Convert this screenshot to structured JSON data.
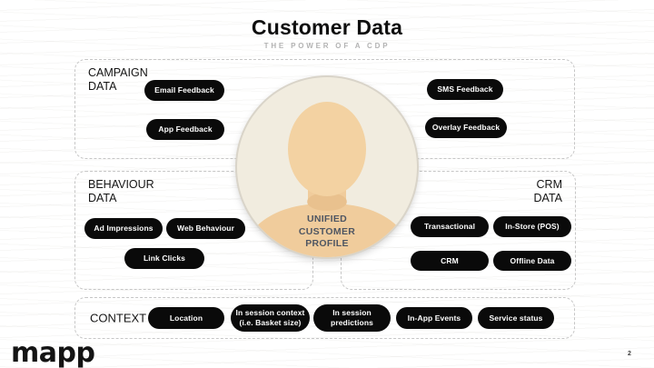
{
  "header": {
    "title": "Customer Data",
    "subtitle": "THE POWER OF A CDP"
  },
  "center": {
    "profile_label": "UNIFIED\nCUSTOMER\nPROFILE"
  },
  "sections": {
    "campaign": {
      "label": "CAMPAIGN\nDATA",
      "pills": {
        "email": "Email Feedback",
        "app": "App Feedback",
        "sms": "SMS Feedback",
        "overlay": "Overlay Feedback"
      }
    },
    "behaviour": {
      "label": "BEHAVIOUR\nDATA",
      "pills": {
        "ad_impressions": "Ad Impressions",
        "web_behaviour": "Web Behaviour",
        "link_clicks": "Link Clicks"
      }
    },
    "crm": {
      "label": "CRM\nDATA",
      "pills": {
        "transactional": "Transactional",
        "in_store": "In-Store (POS)",
        "crm": "CRM",
        "offline": "Offline Data"
      }
    },
    "context": {
      "label": "CONTEXT",
      "pills": {
        "location": "Location",
        "in_session_context": "In session context\n(i.e. Basket size)",
        "in_session_predictions": "In session\npredictions",
        "in_app_events": "In-App Events",
        "service_status": "Service status"
      }
    }
  },
  "footer": {
    "logo": "mapp",
    "page_number": "2"
  },
  "colors": {
    "pill_bg": "#0a0a0a",
    "pill_text": "#ffffff",
    "avatar_circle_bg": "#f1ecdf",
    "avatar_skin": "#f3d2a2",
    "avatar_body": "#f0cc9c",
    "profile_text": "#4f5662",
    "dashed_border": "#c6c6c6"
  }
}
